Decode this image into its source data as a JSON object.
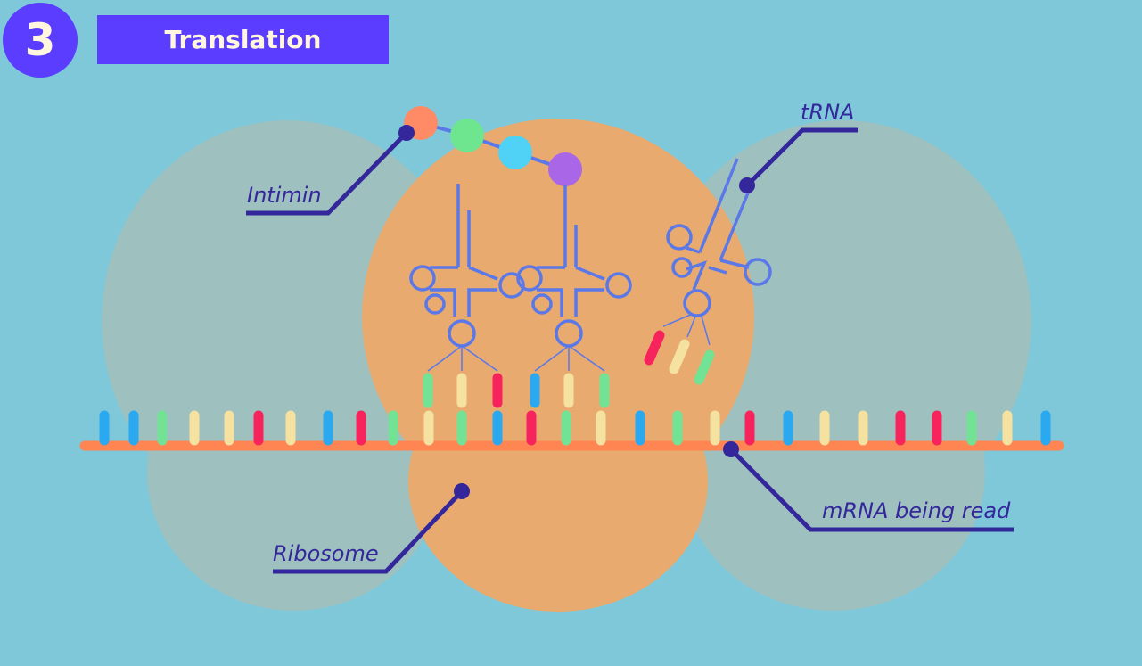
{
  "header": {
    "step_number": "3",
    "title": "Translation"
  },
  "labels": {
    "intimin": "Intimin",
    "trna": "tRNA",
    "ribosome": "Ribosome",
    "mrna": "mRNA being read"
  },
  "colors": {
    "background": "#7ec8da",
    "accent": "#5a3dff",
    "label_line": "#34279c",
    "ribosome_large": "#e8aa6f",
    "ribosome_side": "#9ec0bf",
    "mrna_strand": "#ff8552",
    "trna": "#5a78e8",
    "base_blue": "#2aa8f0",
    "base_green": "#72e394",
    "base_yellow": "#f5e1a0",
    "base_red": "#f6235c"
  },
  "amino_acid_chain": [
    "#ff8a66",
    "#6ee58f",
    "#4fd2f6",
    "#a966e6"
  ],
  "mrna_bases": [
    "blue",
    "blue",
    "green",
    "yellow",
    "yellow",
    "red",
    "yellow",
    "blue",
    "red",
    "green",
    "yellow",
    "green",
    "blue",
    "red",
    "green",
    "yellow",
    "blue",
    "green",
    "yellow",
    "red",
    "blue",
    "yellow",
    "yellow",
    "red",
    "red",
    "green",
    "yellow",
    "blue"
  ],
  "trna_anticodons": [
    [
      "green",
      "yellow",
      "red"
    ],
    [
      "blue",
      "yellow",
      "green"
    ],
    [
      "red",
      "yellow",
      "green"
    ]
  ]
}
